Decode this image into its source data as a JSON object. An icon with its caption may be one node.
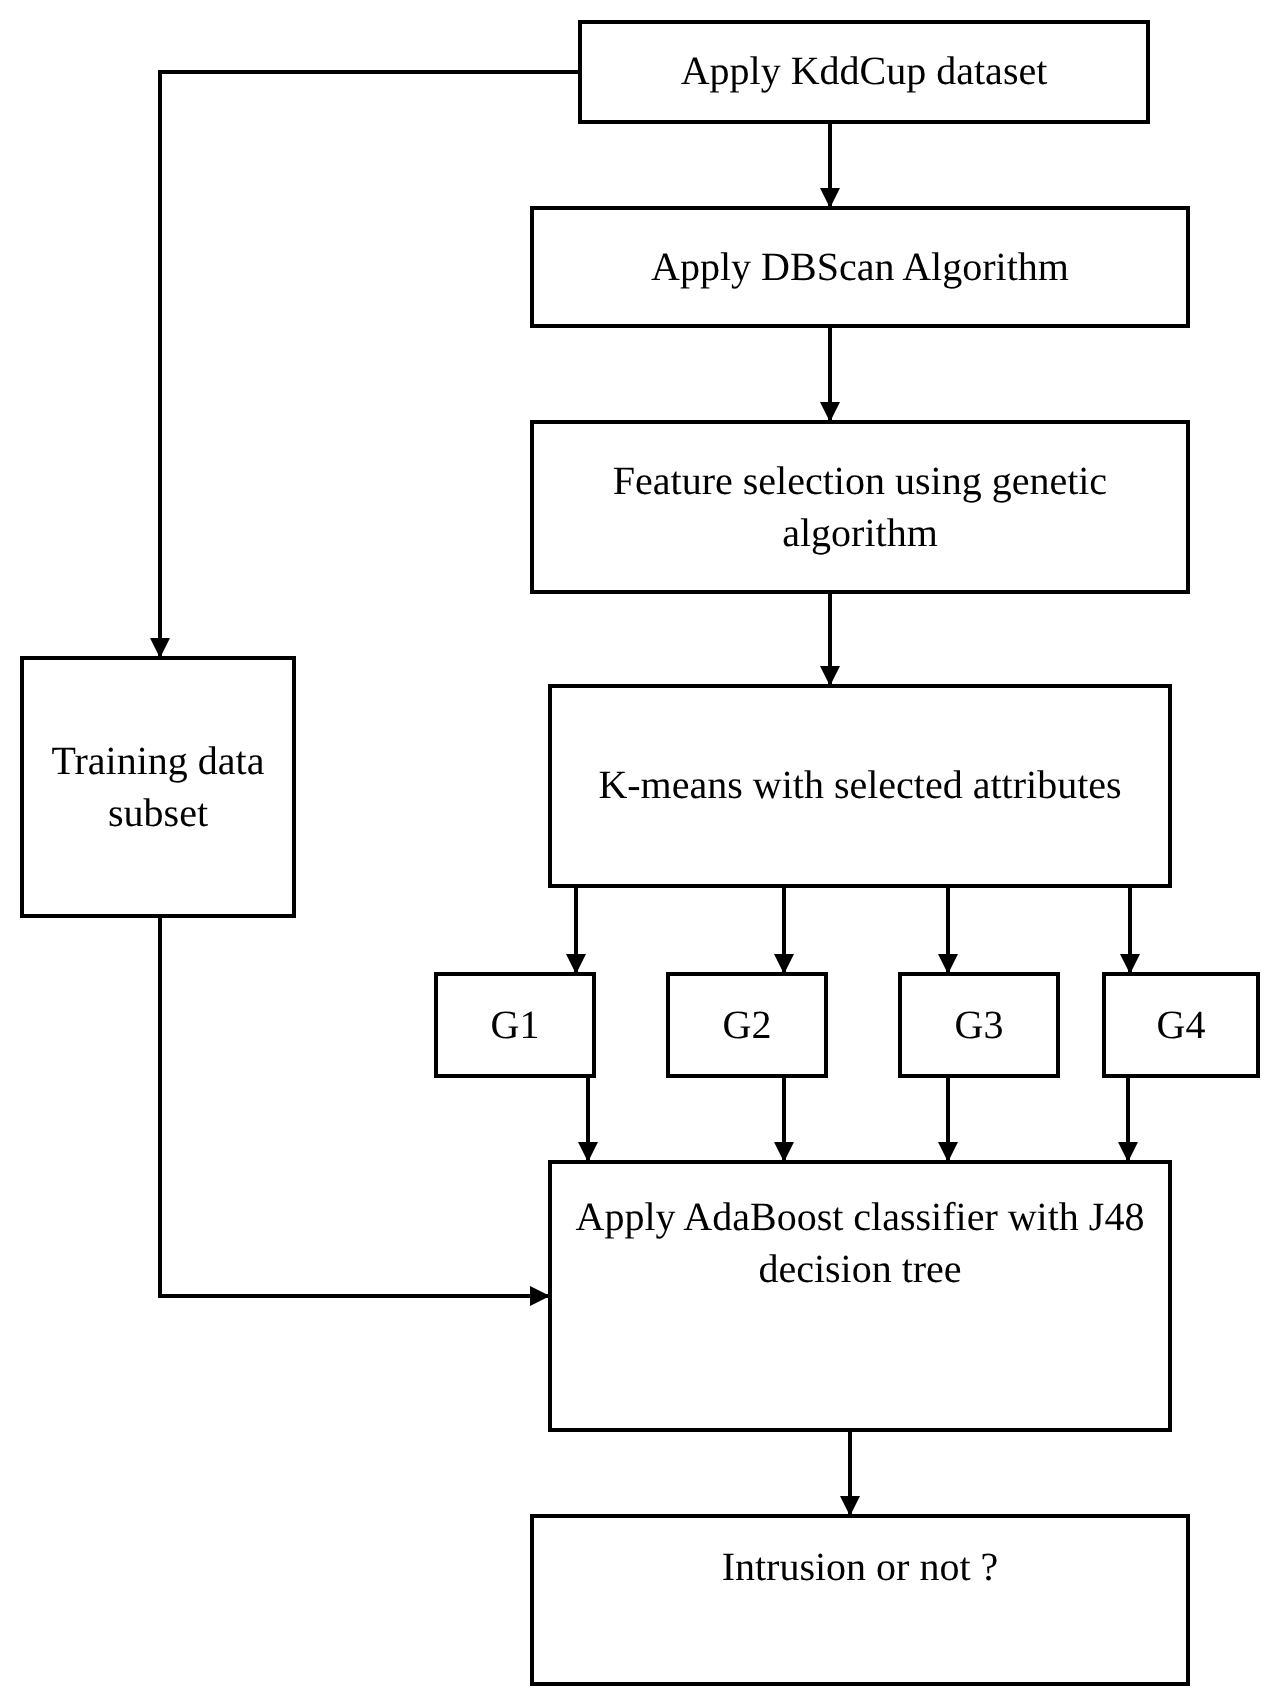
{
  "diagram": {
    "nodes": [
      {
        "text": [
          "Apply KddCup dataset"
        ]
      },
      {
        "text": [
          "Apply DBScan Algorithm"
        ]
      },
      {
        "text": [
          "Feature selection using genetic algorithm"
        ]
      },
      {
        "text": [
          "Training data subset"
        ]
      },
      {
        "text": [
          "K-means with selected attributes"
        ]
      },
      {
        "text": [
          "G1"
        ]
      },
      {
        "text": [
          "G2"
        ]
      },
      {
        "text": [
          "G3"
        ]
      },
      {
        "text": [
          "G4"
        ]
      },
      {
        "text": [
          "Apply AdaBoost classifier with J48 decision tree"
        ]
      },
      {
        "text": [
          "Intrusion or not ?"
        ]
      }
    ],
    "edges": [
      {
        "from": 0,
        "to": 1,
        "arrow": "to"
      },
      {
        "from": 1,
        "to": 2,
        "arrow": "to"
      },
      {
        "from": 2,
        "to": 4,
        "arrow": "to"
      },
      {
        "from": 0,
        "to": 3,
        "arrow": "to"
      },
      {
        "from": 4,
        "to": 5,
        "arrow": "to"
      },
      {
        "from": 4,
        "to": 6,
        "arrow": "to"
      },
      {
        "from": 4,
        "to": 7,
        "arrow": "to"
      },
      {
        "from": 4,
        "to": 8,
        "arrow": "to"
      },
      {
        "from": 5,
        "to": 9,
        "arrow": "to"
      },
      {
        "from": 6,
        "to": 9,
        "arrow": "to"
      },
      {
        "from": 7,
        "to": 9,
        "arrow": "to"
      },
      {
        "from": 8,
        "to": 9,
        "arrow": "to"
      },
      {
        "from": 3,
        "to": 9,
        "arrow": "to"
      },
      {
        "from": 9,
        "to": 10,
        "arrow": "to"
      }
    ]
  }
}
